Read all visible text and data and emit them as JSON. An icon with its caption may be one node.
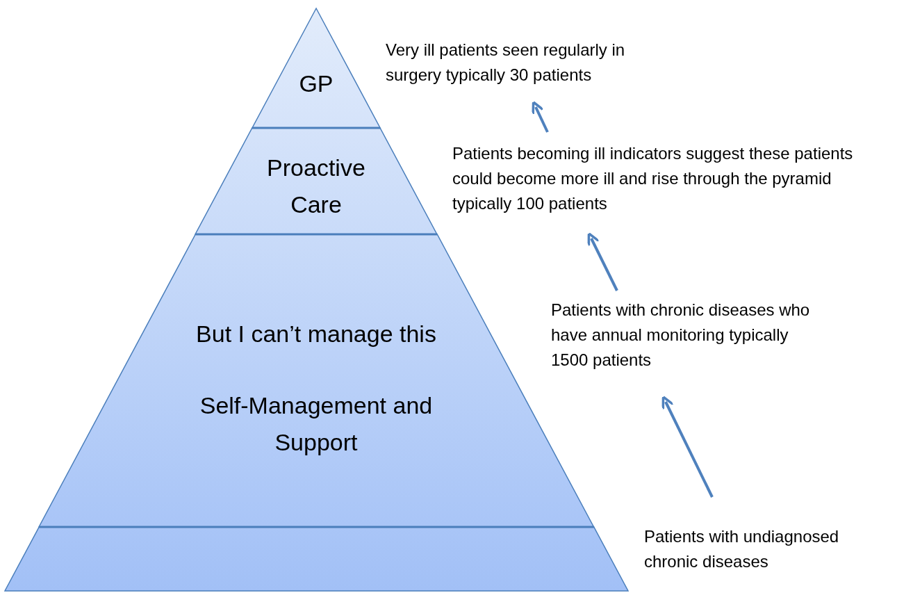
{
  "diagram": {
    "nodes": [
      {
        "text": [
          "GP"
        ]
      },
      {
        "text": [
          "Proactive Care"
        ]
      },
      {
        "text": [
          "But I can’t manage this",
          "Self-Management and Support"
        ]
      },
      {
        "text": [],
        "shape": "band"
      },
      {
        "text": [
          "Very ill patients seen regularly in surgery typically 30 patients"
        ]
      },
      {
        "text": [
          "Patients becoming ill indicators suggest these patients could become more ill and rise through the pyramid typically 100 patients"
        ]
      },
      {
        "text": [
          "Patients with chronic diseases who have annual monitoring typically 1500 patients"
        ]
      },
      {
        "text": [
          "Patients with undiagnosed chronic diseases"
        ]
      }
    ],
    "edges": [
      {
        "from": 7,
        "to": 6,
        "arrow": "to"
      },
      {
        "from": 6,
        "to": 5,
        "arrow": "to"
      },
      {
        "from": 5,
        "to": 4,
        "arrow": "to"
      }
    ]
  }
}
